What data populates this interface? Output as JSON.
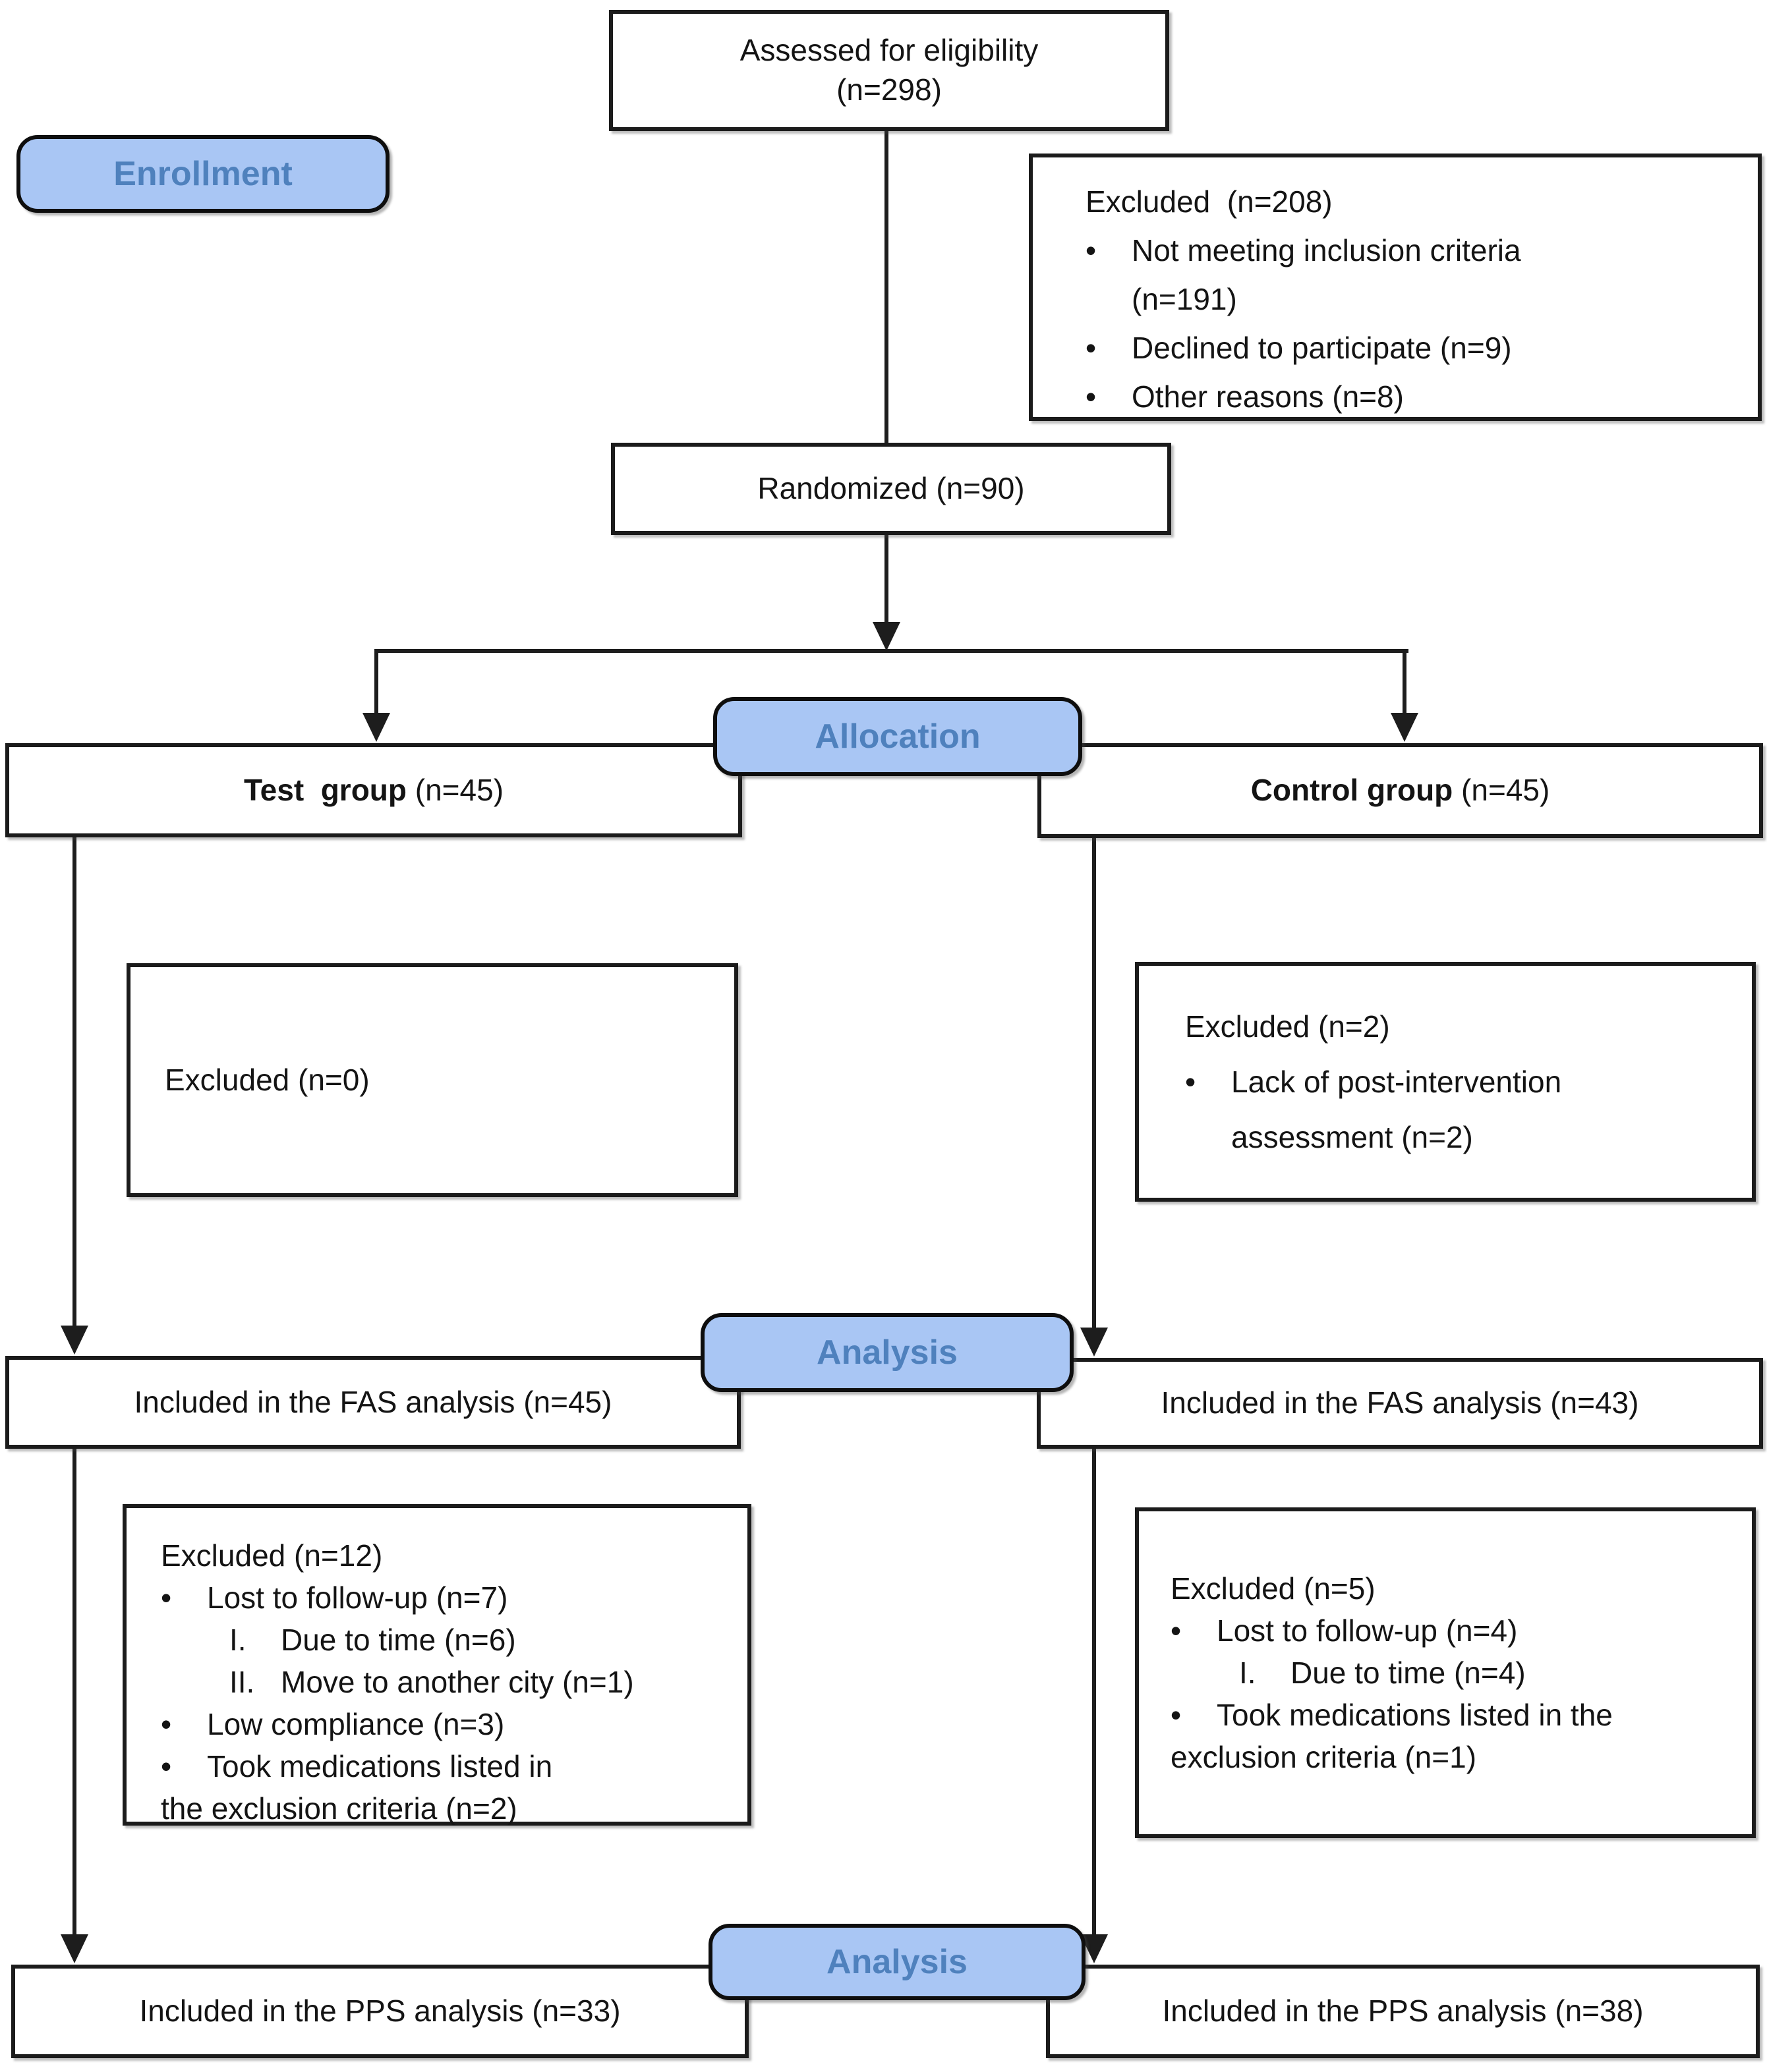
{
  "palette": {
    "badge_fill": "#a9c6f4",
    "badge_text": "#4f81bd",
    "box_border": "#1b1b1b",
    "line_color": "#1d1d1d",
    "background": "#ffffff"
  },
  "stages": {
    "enrollment": "Enrollment",
    "allocation": "Allocation",
    "analysis_fas": "Analysis",
    "analysis_pps": "Analysis"
  },
  "boxes": {
    "assessed": {
      "line1": "Assessed for eligibility",
      "line2": "(n=298)"
    },
    "excluded_screening": {
      "title": "Excluded  (n=208)",
      "lines": [
        {
          "m": "•",
          "t": "Not meeting inclusion criteria"
        },
        {
          "m": "",
          "t": "(n=191)"
        },
        {
          "m": "•",
          "t": "Declined to participate (n=9)"
        },
        {
          "m": "•",
          "t": "Other reasons (n=8)"
        }
      ]
    },
    "randomized": {
      "label": "Randomized (n=90)"
    },
    "test_group": {
      "bold": "Test  group",
      "rest": " (n=45)"
    },
    "control_group": {
      "bold": "Control group",
      "rest": " (n=45)"
    },
    "test_excluded": {
      "title": "Excluded (n=0)"
    },
    "control_excluded": {
      "title": "Excluded (n=2)",
      "lines": [
        {
          "m": "•",
          "t": "Lack of post-intervention"
        },
        {
          "m": "",
          "t": "assessment (n=2)"
        }
      ]
    },
    "test_fas": {
      "label": "Included in the FAS analysis (n=45)"
    },
    "control_fas": {
      "label": "Included in the FAS analysis (n=43)"
    },
    "test_fas_excluded": {
      "title": "Excluded (n=12)",
      "lines": [
        {
          "m": "•",
          "t": "Lost to follow-up (n=7)"
        },
        {
          "m": "I.",
          "t": "Due to time (n=6)"
        },
        {
          "m": "II.",
          "t": "Move to another city (n=1)"
        },
        {
          "m": "•",
          "t": "Low compliance (n=3)"
        },
        {
          "m": "•",
          "t": "Took medications listed in"
        },
        {
          "m": "",
          "t": "the exclusion criteria (n=2)"
        }
      ]
    },
    "control_fas_excluded": {
      "title": "Excluded (n=5)",
      "lines": [
        {
          "m": "•",
          "t": "Lost to follow-up (n=4)"
        },
        {
          "m": "I.",
          "t": "Due to time (n=4)"
        },
        {
          "m": "•",
          "t": "Took medications listed in the"
        },
        {
          "m": "",
          "t": "exclusion criteria (n=1)"
        }
      ]
    },
    "test_pps": {
      "label": "Included in the PPS analysis (n=33)"
    },
    "control_pps": {
      "label": "Included in the PPS analysis (n=38)"
    }
  }
}
